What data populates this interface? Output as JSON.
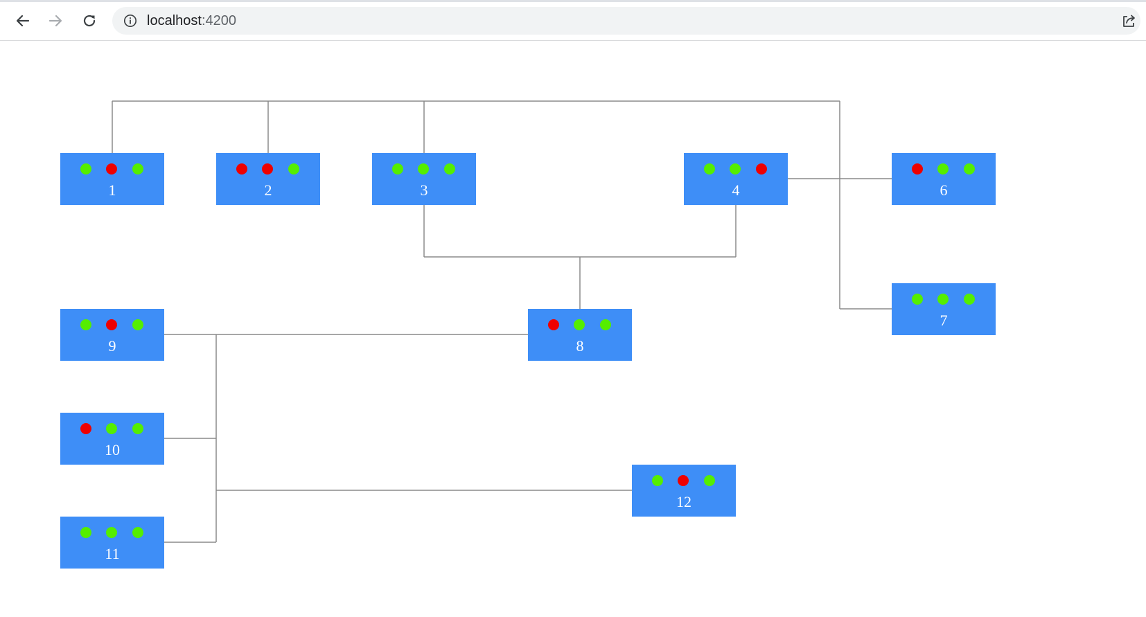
{
  "browser": {
    "url_host": "localhost",
    "url_port": ":4200"
  },
  "colors": {
    "node_fill": "#3e8ef7",
    "status_ok": "#55ee00",
    "status_error": "#ee0000",
    "connector": "#8a8a8a"
  },
  "nodes": [
    {
      "id": "1",
      "label": "1",
      "status": [
        "ok",
        "error",
        "ok"
      ]
    },
    {
      "id": "2",
      "label": "2",
      "status": [
        "error",
        "error",
        "ok"
      ]
    },
    {
      "id": "3",
      "label": "3",
      "status": [
        "ok",
        "ok",
        "ok"
      ]
    },
    {
      "id": "4",
      "label": "4",
      "status": [
        "ok",
        "ok",
        "error"
      ]
    },
    {
      "id": "6",
      "label": "6",
      "status": [
        "error",
        "ok",
        "ok"
      ]
    },
    {
      "id": "7",
      "label": "7",
      "status": [
        "ok",
        "ok",
        "ok"
      ]
    },
    {
      "id": "8",
      "label": "8",
      "status": [
        "error",
        "ok",
        "ok"
      ]
    },
    {
      "id": "9",
      "label": "9",
      "status": [
        "ok",
        "error",
        "ok"
      ]
    },
    {
      "id": "10",
      "label": "10",
      "status": [
        "error",
        "ok",
        "ok"
      ]
    },
    {
      "id": "11",
      "label": "11",
      "status": [
        "ok",
        "ok",
        "ok"
      ]
    },
    {
      "id": "12",
      "label": "12",
      "status": [
        "ok",
        "error",
        "ok"
      ]
    }
  ],
  "edges": [
    {
      "from": "1",
      "to": "2"
    },
    {
      "from": "1",
      "to": "3"
    },
    {
      "from": "1",
      "to": "7"
    },
    {
      "from": "4",
      "to": "6"
    },
    {
      "from": "3",
      "to": "8"
    },
    {
      "from": "4",
      "to": "8"
    },
    {
      "from": "9",
      "to": "8"
    },
    {
      "from": "10",
      "to": "9"
    },
    {
      "from": "11",
      "to": "9"
    },
    {
      "from": "12",
      "to": "9"
    }
  ]
}
